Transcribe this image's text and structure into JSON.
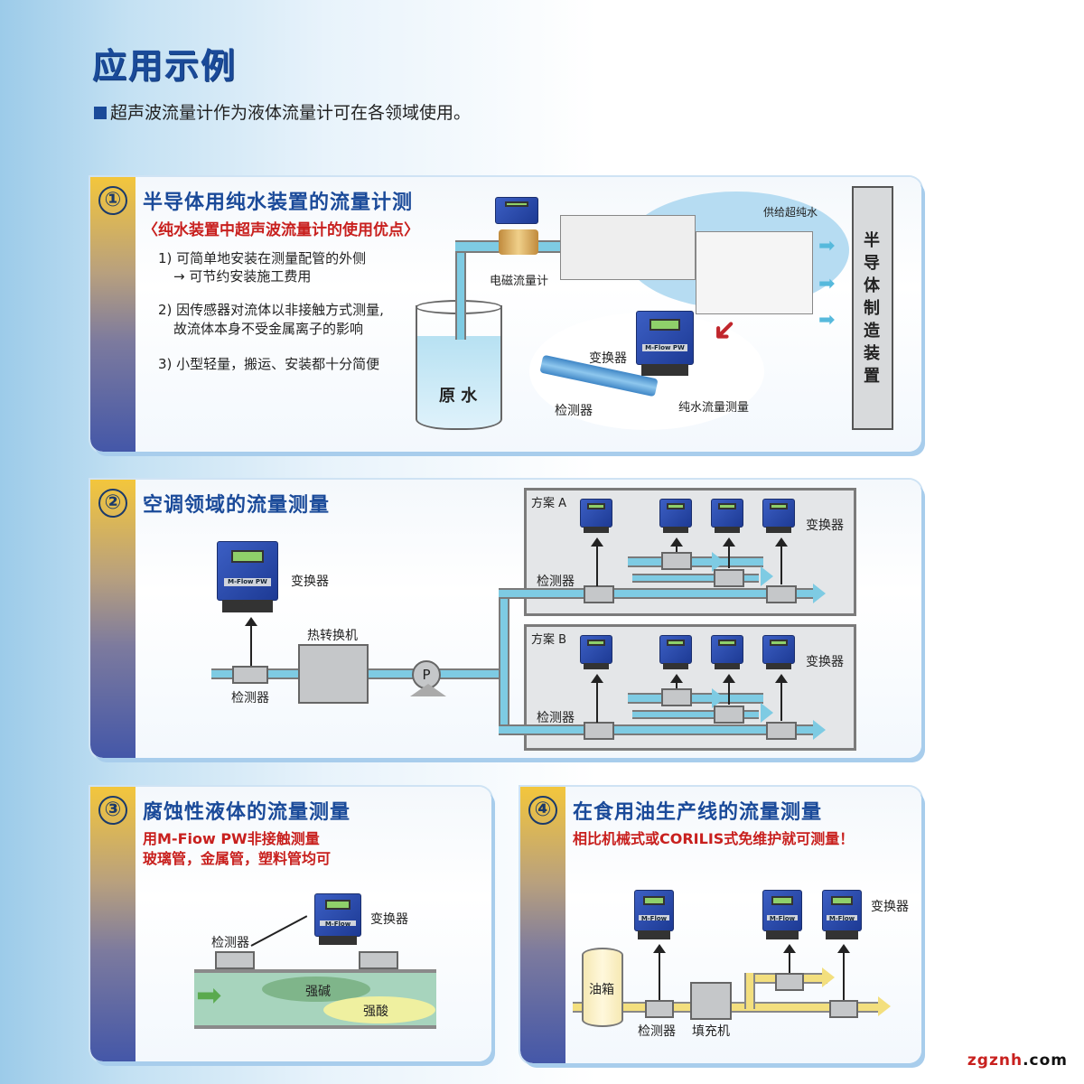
{
  "header": {
    "title": "应用示例",
    "intro": "超声波流量计作为液体流量计可在各领域使用。"
  },
  "panel1": {
    "number": "①",
    "title": "半导体用纯水装置的流量计测",
    "subtitle": "〈纯水装置中超声波流量计的使用优点〉",
    "points": [
      "1) 可简单地安装在测量配管的外侧",
      "→ 可节约安装施工费用",
      "2) 因传感器对流体以非接触方式测量,",
      "故流体本身不受金属离子的影响",
      "3) 小型轻量，搬运、安装都十分简便"
    ],
    "labels": {
      "raw_water": "原 水",
      "em_flowmeter": "电磁流量计",
      "supply": "供给超纯水",
      "converter": "变换器",
      "detector": "检测器",
      "pure_water_measure": "纯水流量测量",
      "semiconductor": "半导体制造装置",
      "device_brand": "M-Flow PW"
    }
  },
  "panel2": {
    "number": "②",
    "title": "空调领域的流量测量",
    "labels": {
      "converter": "变换器",
      "heat_exchanger": "热转换机",
      "detector": "检测器",
      "pump": "P",
      "plan_a": "方案 A",
      "plan_b": "方案 B",
      "plan_converter": "变换器",
      "plan_detector": "检测器",
      "device_brand": "M-Flow PW"
    }
  },
  "panel3": {
    "number": "③",
    "title": "腐蚀性液体的流量测量",
    "subtitle_lines": [
      "用M-Fiow PW非接触测量",
      "玻璃管，金属管，塑料管均可"
    ],
    "labels": {
      "converter": "变换器",
      "detector": "检测器",
      "alkali": "强碱",
      "acid": "强酸",
      "device_brand": "M-Flow PW"
    }
  },
  "panel4": {
    "number": "④",
    "title": "在食用油生产线的流量测量",
    "subtitle": "相比机械式或CORILIS式免维护就可测量！",
    "labels": {
      "oil_tank": "油箱",
      "detector": "检测器",
      "filler": "填充机",
      "converter": "变换器",
      "device_brand": "M-Flow PW"
    }
  },
  "watermark": {
    "part1": "zgznh",
    "part2": ".com"
  },
  "colors": {
    "brand_blue": "#1a4a99",
    "accent_red": "#c8201e",
    "pipe_water": "#7ecbe3",
    "pipe_oil": "#f3df7e"
  }
}
